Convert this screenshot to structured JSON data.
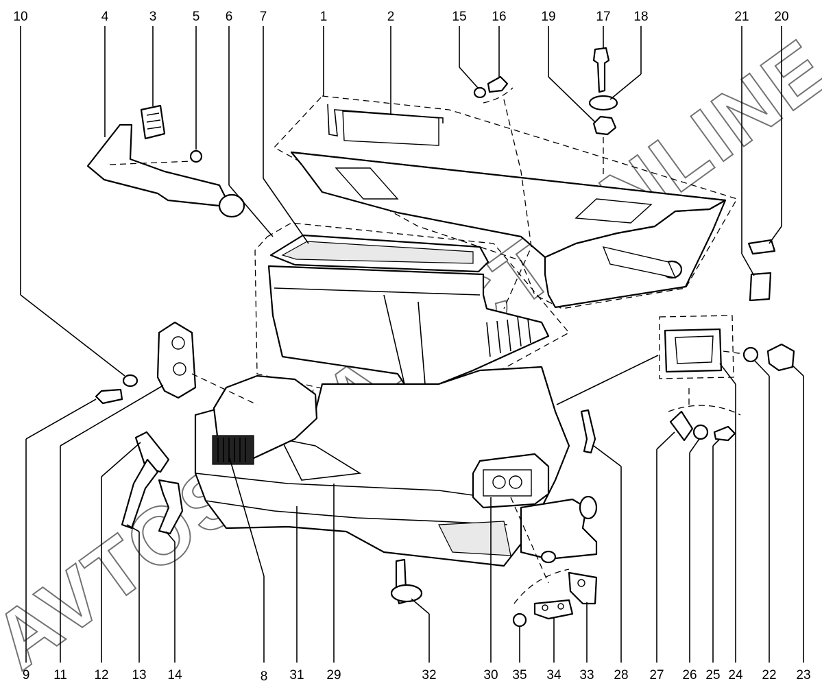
{
  "watermark": {
    "text": "AVTOSHKA.ACT.ONLINE"
  },
  "labels": {
    "top": [
      "10",
      "4",
      "3",
      "5",
      "6",
      "7",
      "1",
      "2",
      "15",
      "16",
      "19",
      "17",
      "18",
      "21",
      "20"
    ],
    "bottom": [
      "9",
      "11",
      "12",
      "13",
      "14",
      "8",
      "31",
      "29",
      "32",
      "30",
      "35",
      "34",
      "33",
      "28",
      "27",
      "26",
      "25",
      "24",
      "22",
      "23"
    ]
  }
}
